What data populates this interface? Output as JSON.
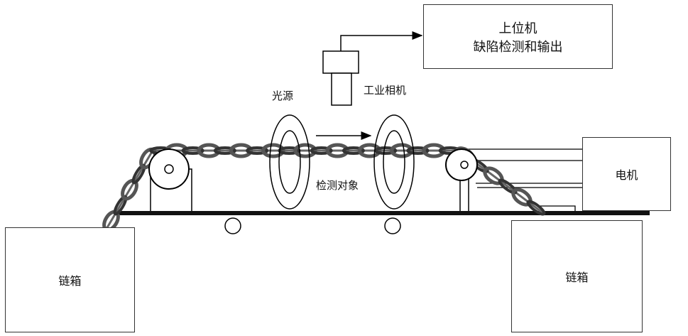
{
  "host": {
    "line1": "上位机",
    "line2": "缺陷检测和输出"
  },
  "camera_label": "工业相机",
  "light_label": "光源",
  "object_label": "检测对象",
  "motor_label": "电机",
  "chain_box_left": "链箱",
  "chain_box_right": "链箱"
}
